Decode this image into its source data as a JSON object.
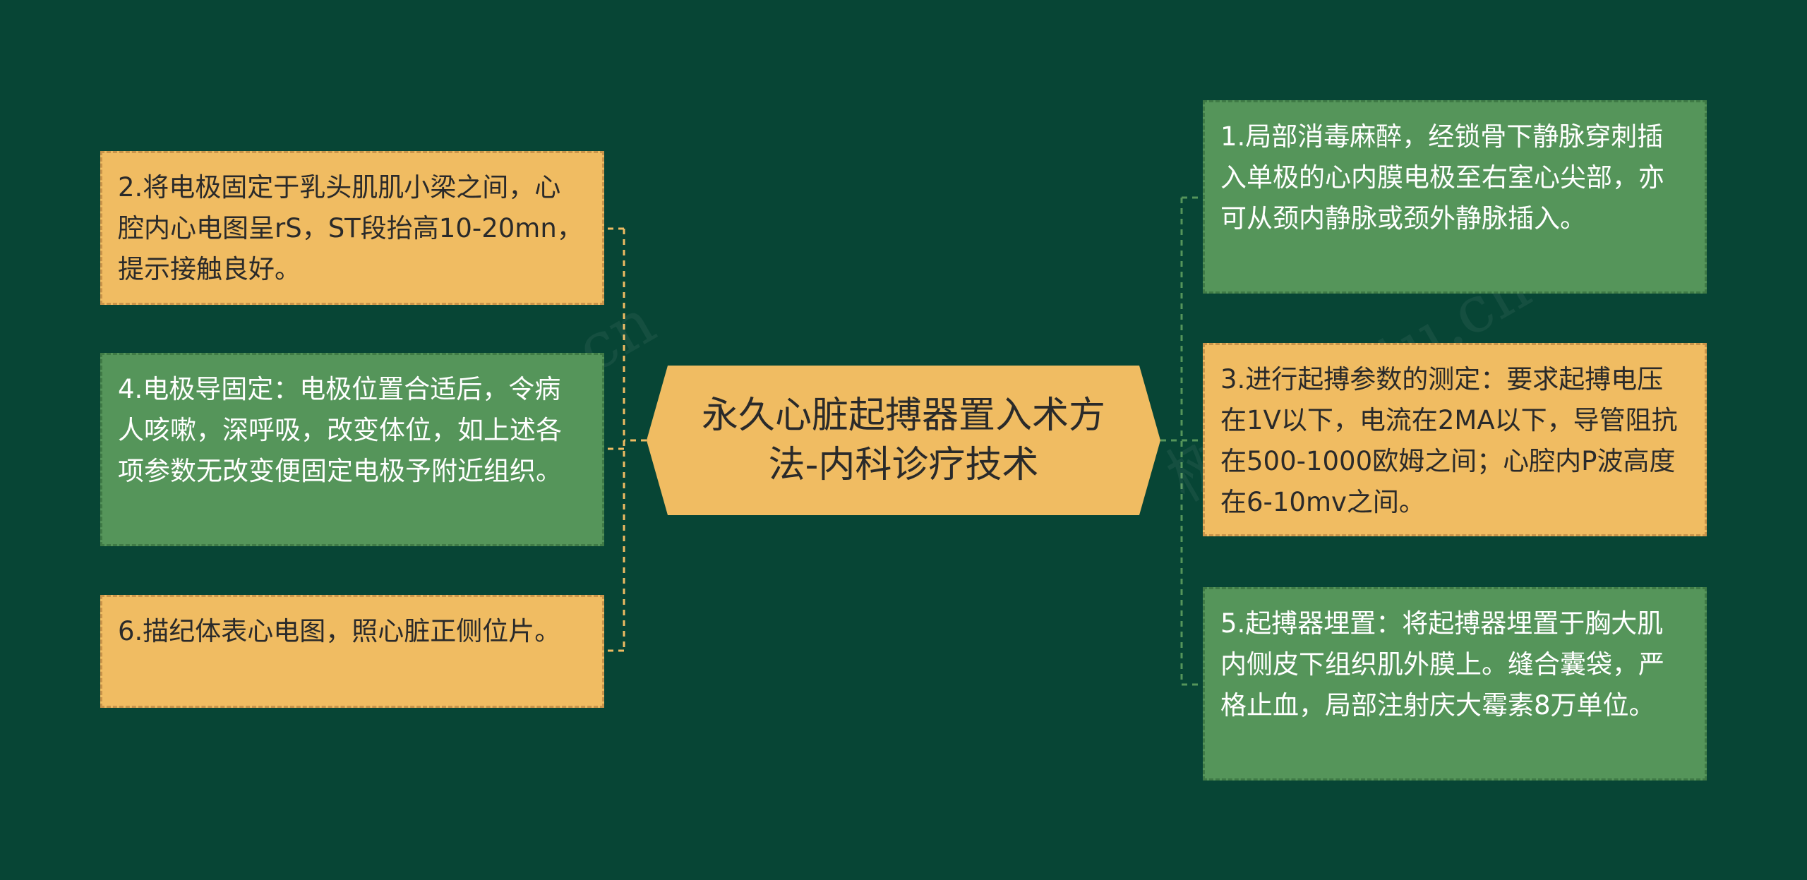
{
  "diagram": {
    "center": {
      "text": "永久心脏起搏器置入术方法-内科诊疗技术",
      "fill": "#f0bc62"
    },
    "left_nodes": [
      {
        "text": "2.将电极固定于乳头肌肌小梁之间，心腔内心电图呈rS，ST段抬高10-20mn，提示接触良好。",
        "color": "yellow"
      },
      {
        "text": "4.电极导固定：电极位置合适后，令病人咳嗽，深呼吸，改变体位，如上述各项参数无改变便固定电极予附近组织。",
        "color": "green"
      },
      {
        "text": "6.描纪体表心电图，照心脏正侧位片。",
        "color": "yellow"
      }
    ],
    "right_nodes": [
      {
        "text": "1.局部消毒麻醉，经锁骨下静脉穿刺插入单极的心内膜电极至右室心尖部，亦可从颈内静脉或颈外静脉插入。",
        "color": "green"
      },
      {
        "text": "3.进行起搏参数的测定：要求起搏电压在1V以下，电流在2MA以下，导管阻抗在500-1000欧姆之间；心腔内P波高度在6-10mv之间。",
        "color": "yellow"
      },
      {
        "text": "5.起搏器埋置：将起搏器埋置于胸大肌内侧皮下组织肌外膜上。缝合囊袋，严格止血，局部注射庆大霉素8万单位。",
        "color": "green"
      }
    ],
    "colors": {
      "background": "#074535",
      "yellow": "#f0bc62",
      "green": "#55955a",
      "left_connector": "#f0bc62",
      "right_connector": "#55955a"
    }
  },
  "watermark": {
    "text_left": "树图shutu.cn",
    "text_right": "树图shutu.cn"
  }
}
